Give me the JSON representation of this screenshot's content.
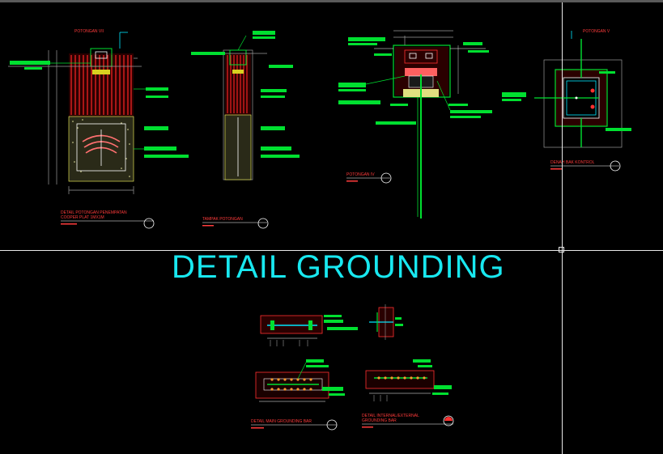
{
  "main_title": "DETAIL GROUNDING",
  "labels": {
    "potongan_vii": "POTONGAN VII",
    "potongan_v": "POTONGAN V",
    "potongan_iv": "POTONGAN IV",
    "denah_bak_kontrol": "DENAH BAK KONTROL",
    "detail_potongan_line1": "DETAIL POTONGAN PENEMPATAN",
    "detail_potongan_line2": "COOPER PLAT 1MX1M",
    "tampak_potongan": "TAMPAK POTONGAN",
    "detail_main_grounding_bar": "DETAIL MAIN GROUNDING BAR",
    "detail_internal_line1": "DETAIL INTERNAL/EXTERNAL",
    "detail_internal_line2": "GROUNDING BAR"
  },
  "colors": {
    "background": "#000000",
    "title": "#18e8f0",
    "leader_label": "#00e030",
    "annotation_text": "#ff3b3b",
    "crosshair": "#e8e8e8"
  }
}
